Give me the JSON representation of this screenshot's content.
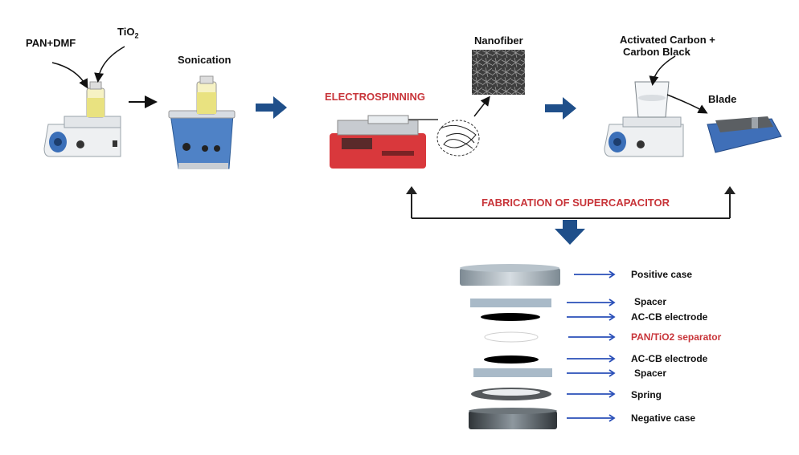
{
  "colors": {
    "accent_red": "#c8353a",
    "arrow_blue": "#1f4f8a",
    "stack_arrow_blue": "#2a4fb8"
  },
  "labels": {
    "pan_dmf": "PAN+DMF",
    "tio2_base": "TiO",
    "tio2_sub": "2",
    "sonication": "Sonication",
    "electrospinning": "ELECTROSPINNING",
    "nanofiber": "Nanofiber",
    "activated_carbon_1": "Activated Carbon +",
    "activated_carbon_2": "Carbon Black",
    "blade": "Blade",
    "fabrication": "FABRICATION OF SUPERCAPACITOR"
  },
  "stack": [
    {
      "label": "Positive case"
    },
    {
      "label": "Spacer"
    },
    {
      "label": "AC-CB electrode"
    },
    {
      "label": "PAN/TiO2 separator"
    },
    {
      "label": "AC-CB electrode"
    },
    {
      "label": "Spacer"
    },
    {
      "label": "Spring"
    },
    {
      "label": "Negative case"
    }
  ]
}
